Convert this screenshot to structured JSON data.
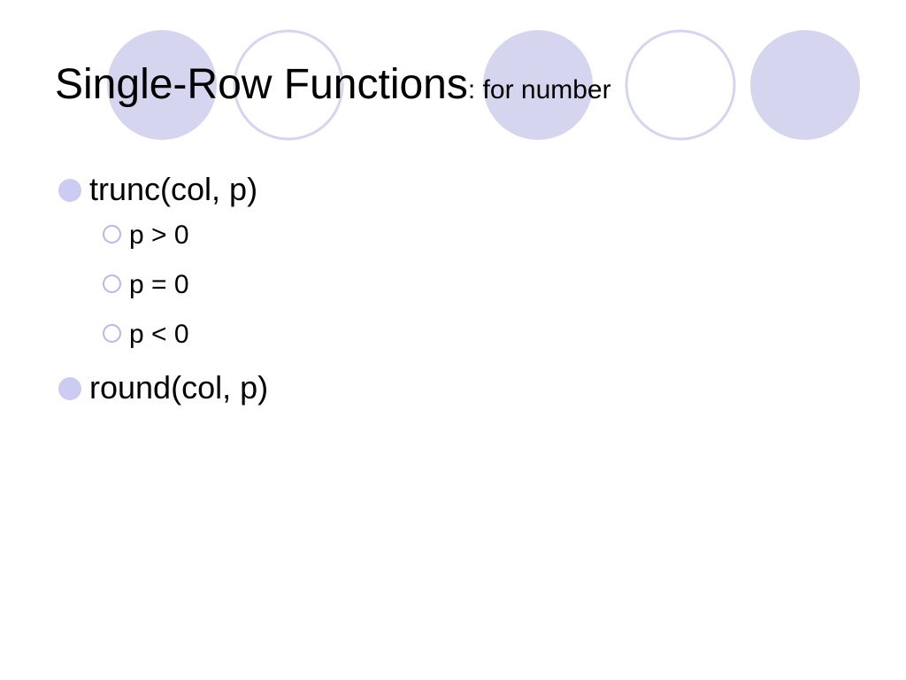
{
  "slide": {
    "title": "Single-Row Functions",
    "title_suffix": ": for number",
    "accent_color": "#d5d5ef",
    "bullet_color": "#ccccf2",
    "bullets": [
      {
        "text": "trunc(col, p)",
        "subitems": [
          "p > 0",
          "p = 0",
          "p < 0"
        ]
      },
      {
        "text": "round(col, p)",
        "subitems": []
      }
    ]
  }
}
